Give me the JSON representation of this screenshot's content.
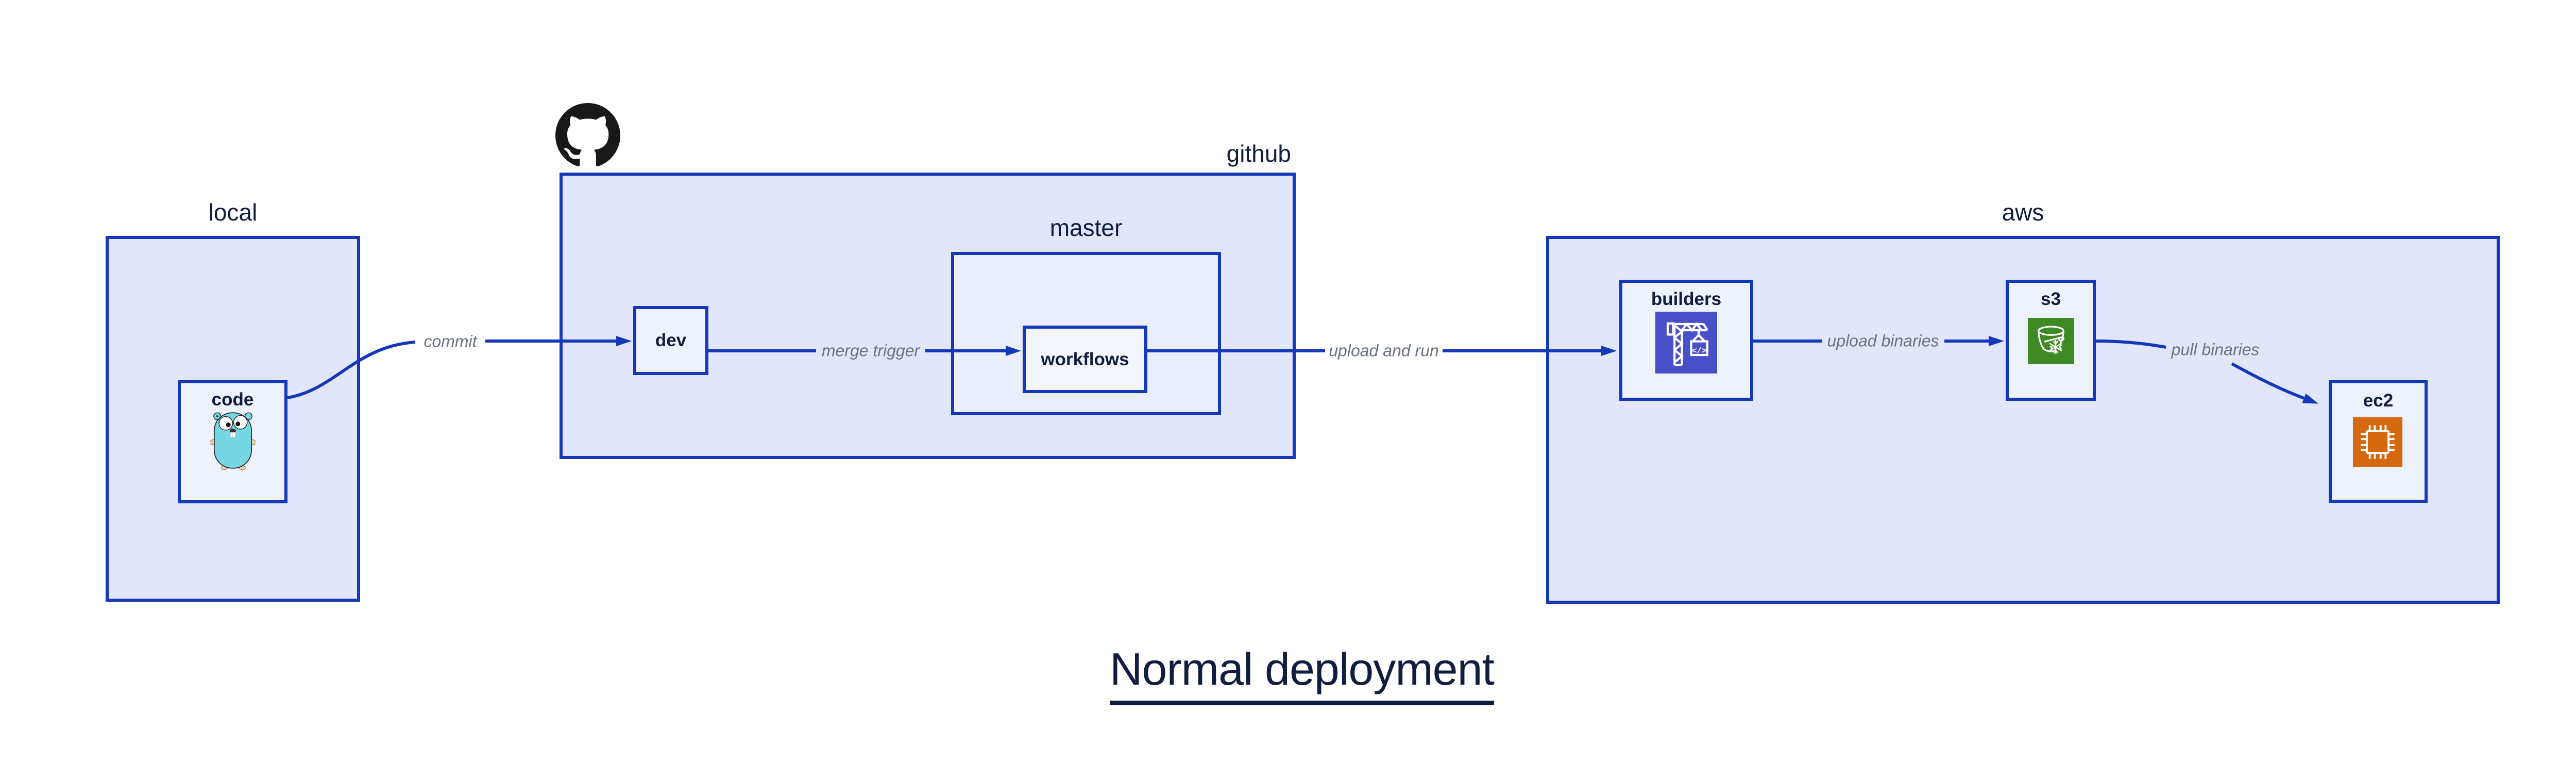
{
  "diagram_title": {
    "text": "Normal deployment"
  },
  "colors": {
    "line-blue": "#1438b8",
    "container-fill": "#e1e6fb",
    "master-fill": "#eaeefb",
    "node-fill": "#eef2fc",
    "workflows-fill": "#f4f6fd",
    "label-navy": "#121c3e",
    "edge-label-gray": "#6b7280",
    "octocat-black": "#191717",
    "gopher-teal": "#74d7e2",
    "codebuild-purple": "#4850c8",
    "s3-glacier-green": "#3e8a25",
    "ec2-orange": "#d4690f"
  },
  "containers": {
    "local": {
      "label": "local"
    },
    "github": {
      "label": "github"
    },
    "master": {
      "label": "master"
    },
    "aws": {
      "label": "aws"
    }
  },
  "nodes": {
    "code": {
      "label": "code",
      "icon": "go-gopher-icon"
    },
    "dev": {
      "label": "dev"
    },
    "workflows": {
      "label": "workflows"
    },
    "builders": {
      "label": "builders",
      "icon": "aws-codebuild-icon"
    },
    "s3": {
      "label": "s3",
      "icon": "s3-glacier-bucket-icon"
    },
    "ec2": {
      "label": "ec2",
      "icon": "ec2-chip-icon"
    }
  },
  "edges": {
    "commit": {
      "label": "commit"
    },
    "merge_trigger": {
      "label": "merge trigger"
    },
    "upload_and_run": {
      "label": "upload and run"
    },
    "upload_binaries": {
      "label": "upload binaries"
    },
    "pull_binaries": {
      "label": "pull binaries"
    }
  },
  "icons": {
    "codebuild_glyph": "</>"
  }
}
